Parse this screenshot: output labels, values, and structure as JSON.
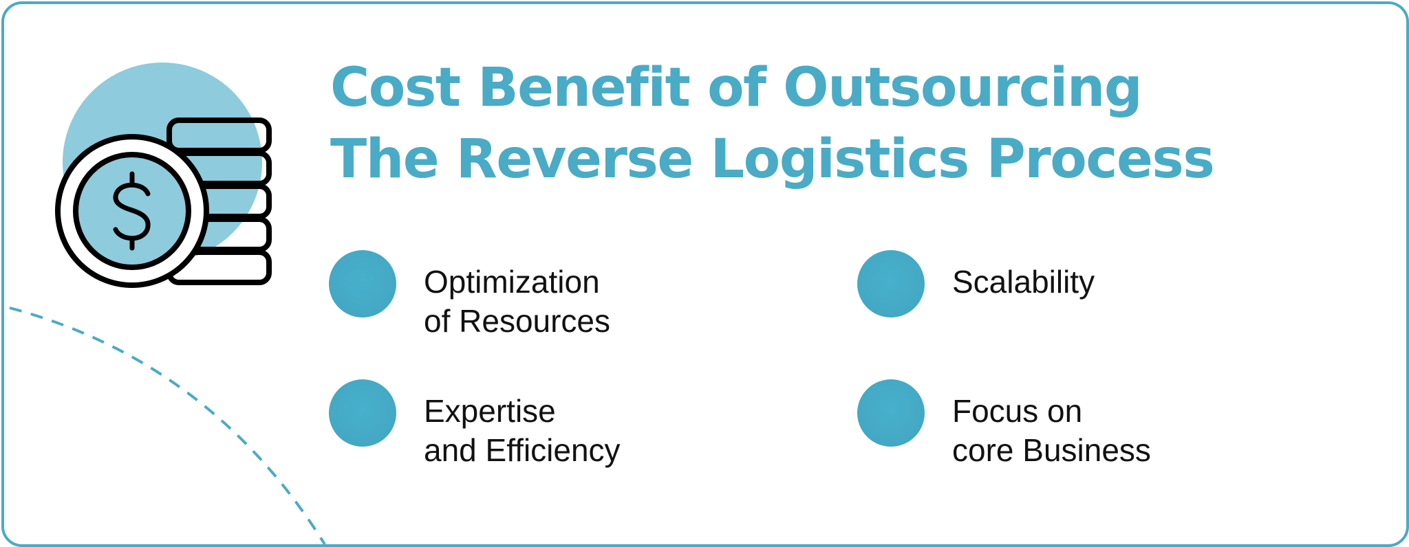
{
  "colors": {
    "accent": "#4aabc6",
    "circle_light": "#8ecbdc",
    "text": "#111111",
    "border": "#4aabc6"
  },
  "header": {
    "title_line1": "Cost Benefit of Outsourcing",
    "title_line2": "The Reverse Logistics Process"
  },
  "illustration": {
    "icon": "stack-of-coins-dollar-icon",
    "coin_symbol": "$"
  },
  "benefits": [
    {
      "line1": "Optimization",
      "line2": "of Resources"
    },
    {
      "line1": "Scalability",
      "line2": ""
    },
    {
      "line1": "Expertise",
      "line2": "and Efficiency"
    },
    {
      "line1": "Focus on",
      "line2": "core Business"
    }
  ]
}
